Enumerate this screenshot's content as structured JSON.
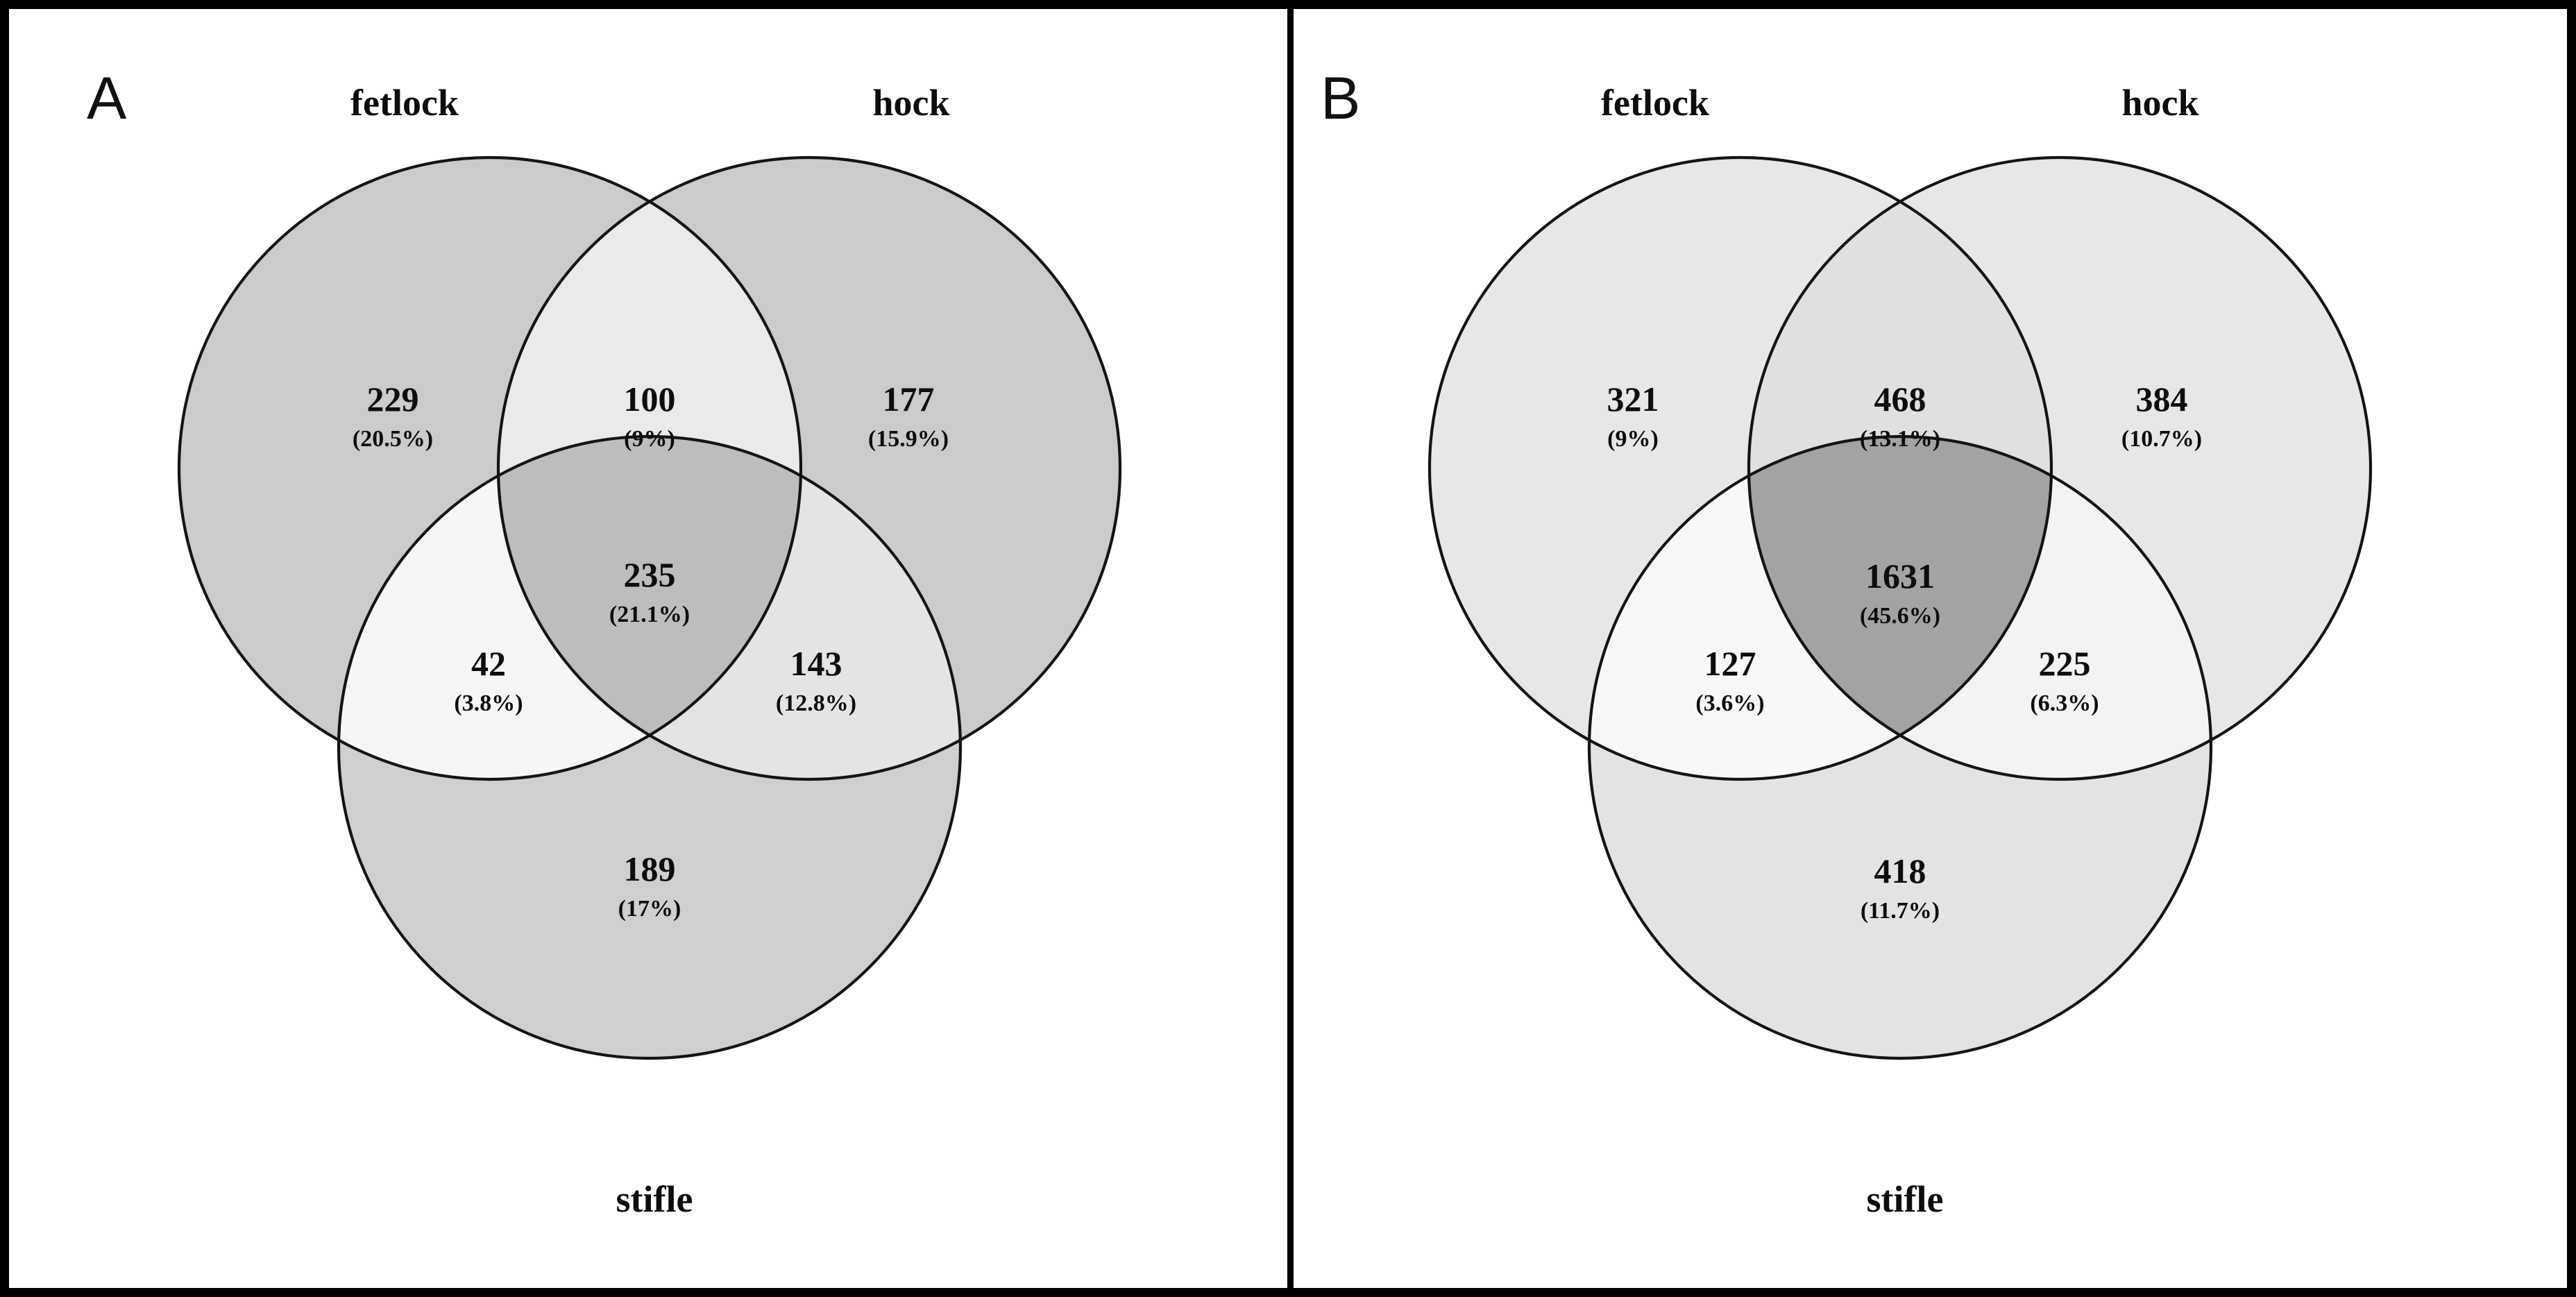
{
  "figure": {
    "background_color": "#ffffff",
    "border_color": "#000000",
    "divider_color": "#000000"
  },
  "chart_data": {
    "type": "venn",
    "title": "",
    "panels": [
      {
        "letter": "A",
        "set_labels": {
          "top_left": "fetlock",
          "top_right": "hock",
          "bottom": "stifle"
        },
        "colors": {
          "single": "#cbcbcb",
          "pair_ab": "#e9e9e9",
          "pair_ac": "#f5f5f5",
          "pair_bc": "#e3e3e3",
          "triple": "#bdbdbd",
          "outline": "#141414"
        },
        "regions": [
          {
            "id": "fetlock_only",
            "sets": [
              "fetlock"
            ],
            "count": "229",
            "percent": "(20.5%)",
            "value": 229,
            "pct": 20.5
          },
          {
            "id": "fetlock_hock",
            "sets": [
              "fetlock",
              "hock"
            ],
            "count": "100",
            "percent": "(9%)",
            "value": 100,
            "pct": 9.0
          },
          {
            "id": "hock_only",
            "sets": [
              "hock"
            ],
            "count": "177",
            "percent": "(15.9%)",
            "value": 177,
            "pct": 15.9
          },
          {
            "id": "fetlock_hock_stifle",
            "sets": [
              "fetlock",
              "hock",
              "stifle"
            ],
            "count": "235",
            "percent": "(21.1%)",
            "value": 235,
            "pct": 21.1
          },
          {
            "id": "fetlock_stifle",
            "sets": [
              "fetlock",
              "stifle"
            ],
            "count": "42",
            "percent": "(3.8%)",
            "value": 42,
            "pct": 3.8
          },
          {
            "id": "hock_stifle",
            "sets": [
              "hock",
              "stifle"
            ],
            "count": "143",
            "percent": "(12.8%)",
            "value": 143,
            "pct": 12.8
          },
          {
            "id": "stifle_only",
            "sets": [
              "stifle"
            ],
            "count": "189",
            "percent": "(17%)",
            "value": 189,
            "pct": 17.0
          }
        ]
      },
      {
        "letter": "B",
        "set_labels": {
          "top_left": "fetlock",
          "top_right": "hock",
          "bottom": "stifle"
        },
        "colors": {
          "single": "#e6e6e6",
          "pair_ab": "#e0e0e0",
          "pair_ac": "#f7f7f7",
          "pair_bc": "#f2f2f2",
          "triple": "#a3a3a3",
          "outline": "#141414"
        },
        "regions": [
          {
            "id": "fetlock_only",
            "sets": [
              "fetlock"
            ],
            "count": "321",
            "percent": "(9%)",
            "value": 321,
            "pct": 9.0
          },
          {
            "id": "fetlock_hock",
            "sets": [
              "fetlock",
              "hock"
            ],
            "count": "468",
            "percent": "(13.1%)",
            "value": 468,
            "pct": 13.1
          },
          {
            "id": "hock_only",
            "sets": [
              "hock"
            ],
            "count": "384",
            "percent": "(10.7%)",
            "value": 384,
            "pct": 10.7
          },
          {
            "id": "fetlock_hock_stifle",
            "sets": [
              "fetlock",
              "hock",
              "stifle"
            ],
            "count": "1631",
            "percent": "(45.6%)",
            "value": 1631,
            "pct": 45.6
          },
          {
            "id": "fetlock_stifle",
            "sets": [
              "fetlock",
              "stifle"
            ],
            "count": "127",
            "percent": "(3.6%)",
            "value": 127,
            "pct": 3.6
          },
          {
            "id": "hock_stifle",
            "sets": [
              "hock",
              "stifle"
            ],
            "count": "225",
            "percent": "(6.3%)",
            "value": 225,
            "pct": 6.3
          },
          {
            "id": "stifle_only",
            "sets": [
              "stifle"
            ],
            "count": "418",
            "percent": "(11.7%)",
            "value": 418,
            "pct": 11.7
          }
        ]
      }
    ]
  }
}
